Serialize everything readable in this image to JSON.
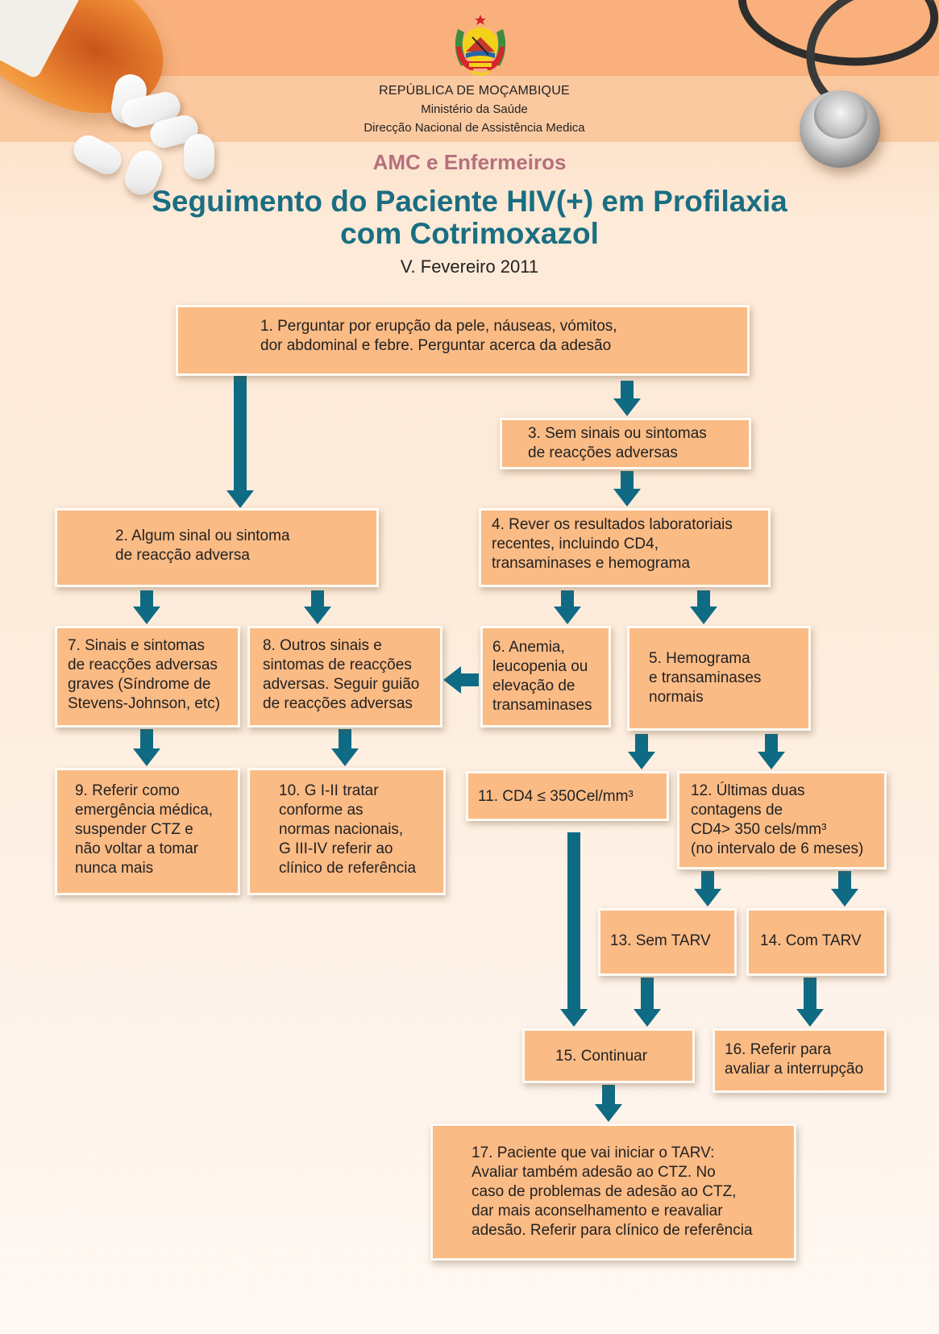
{
  "header": {
    "country": "REPÚBLICA DE MOÇAMBIQUE",
    "ministry": "Ministério da Saúde",
    "directorate": "Direcção Nacional de Assistência Medica",
    "audience": "AMC e Enfermeiros",
    "title_line1": "Seguimento do Paciente HIV(+) em Profilaxia",
    "title_line2": "com Cotrimoxazol",
    "version": "V. Fevereiro 2011"
  },
  "colors": {
    "box_fill": "#fbbb85",
    "arrow": "#0f6b84",
    "title": "#1a6e82",
    "subtitle": "#b5707d"
  },
  "icons": {
    "emblem": "mozambique-coat-of-arms-icon",
    "pills": "pill-bottle-icon",
    "stethoscope": "stethoscope-icon"
  },
  "flowchart": {
    "nodes": [
      {
        "id": 1,
        "text": "1. Perguntar por erupção da pele, náuseas, vómitos,\ndor abdominal e febre. Perguntar acerca da adesão"
      },
      {
        "id": 2,
        "text": "2. Algum sinal ou sintoma\nde reacção adversa"
      },
      {
        "id": 3,
        "text": "3. Sem sinais ou sintomas\nde reacções adversas"
      },
      {
        "id": 4,
        "text": "4. Rever os resultados laboratoriais\nrecentes, incluindo CD4,\ntransaminases e hemograma"
      },
      {
        "id": 5,
        "text": "5. Hemograma\ne transaminases\nnormais"
      },
      {
        "id": 6,
        "text": "6. Anemia,\nleucopenia ou\nelevação de\ntransaminases"
      },
      {
        "id": 7,
        "text": "7. Sinais e sintomas\nde reacções adversas\ngraves (Síndrome de\nStevens-Johnson, etc)"
      },
      {
        "id": 8,
        "text": "8. Outros sinais e\nsintomas de reacções\nadversas. Seguir guião\nde reacções adversas"
      },
      {
        "id": 9,
        "text": "9. Referir como\nemergência médica,\nsuspender CTZ e\nnão voltar a tomar\nnunca mais"
      },
      {
        "id": 10,
        "text": "10. G I-II tratar\nconforme as\nnormas nacionais,\nG III-IV referir ao\nclínico de referência"
      },
      {
        "id": 11,
        "text": "11. CD4 ≤ 350Cel/mm³"
      },
      {
        "id": 12,
        "text": "12. Últimas duas\ncontagens de\nCD4> 350 cels/mm³\n(no intervalo de 6 meses)"
      },
      {
        "id": 13,
        "text": "13. Sem TARV"
      },
      {
        "id": 14,
        "text": "14. Com TARV"
      },
      {
        "id": 15,
        "text": "15. Continuar"
      },
      {
        "id": 16,
        "text": "16. Referir para\navaliar a interrupção"
      },
      {
        "id": 17,
        "text": "17. Paciente que vai iniciar o TARV:\nAvaliar também adesão ao CTZ. No\ncaso de problemas de adesão ao CTZ,\ndar mais aconselhamento e reavaliar\nadesão. Referir para clínico de referência"
      }
    ],
    "edges": [
      {
        "from": 1,
        "to": 2
      },
      {
        "from": 1,
        "to": 3
      },
      {
        "from": 3,
        "to": 4
      },
      {
        "from": 2,
        "to": 7
      },
      {
        "from": 2,
        "to": 8
      },
      {
        "from": 4,
        "to": 6
      },
      {
        "from": 4,
        "to": 5
      },
      {
        "from": 6,
        "to": 8
      },
      {
        "from": 7,
        "to": 9
      },
      {
        "from": 8,
        "to": 10
      },
      {
        "from": 5,
        "to": 11
      },
      {
        "from": 5,
        "to": 12
      },
      {
        "from": 12,
        "to": 13
      },
      {
        "from": 12,
        "to": 14
      },
      {
        "from": 11,
        "to": 15
      },
      {
        "from": 13,
        "to": 15
      },
      {
        "from": 14,
        "to": 16
      },
      {
        "from": 15,
        "to": 17
      }
    ]
  }
}
